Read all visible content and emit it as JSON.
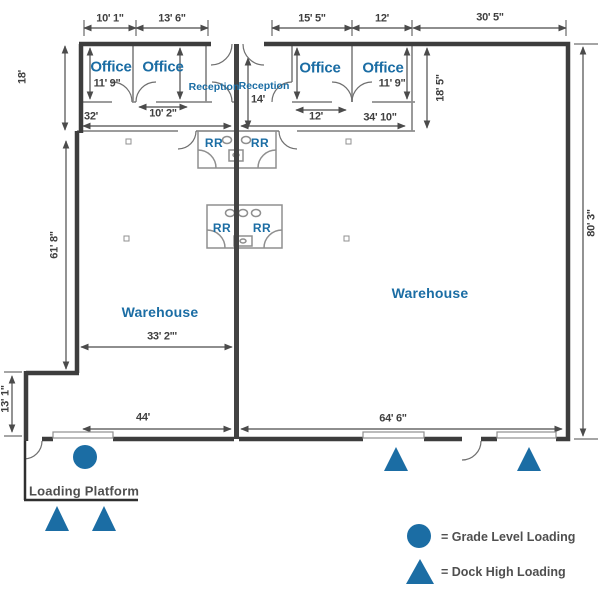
{
  "colors": {
    "accent_blue": "#1b6da4",
    "wall_dark": "#3d3d3d",
    "dimension_gray": "#4b4b4b",
    "text_gray": "#4f4f4f"
  },
  "dims": {
    "top_1": "10' 1\"",
    "top_2": "13' 6\"",
    "top_3": "15' 5\"",
    "top_4": "12'",
    "top_5": "30' 5\"",
    "left_office_depth": "18'",
    "left_warehouse": "61' 8\"",
    "left_recess": "13' 1\"",
    "right_overall": "80' 3\"",
    "office1_height": "11' 9\"",
    "office4_height": "11' 9\"",
    "suite1_width": "32'",
    "office2_width": "10' 2\"",
    "reception_depth": "14'",
    "office3_width": "12'",
    "suite2_width": "34' 10\"",
    "suite2_depth": "18' 5\"",
    "warehouse1_span": "33' 2\"'",
    "bottom_left": "44'",
    "bottom_right": "64' 6\""
  },
  "rooms": {
    "office": "Office",
    "reception": "Reception",
    "restroom": "RR",
    "warehouse": "Warehouse",
    "loading_platform": "Loading Platform"
  },
  "legend": {
    "grade_label": "= Grade Level Loading",
    "dock_label": "= Dock High Loading"
  }
}
